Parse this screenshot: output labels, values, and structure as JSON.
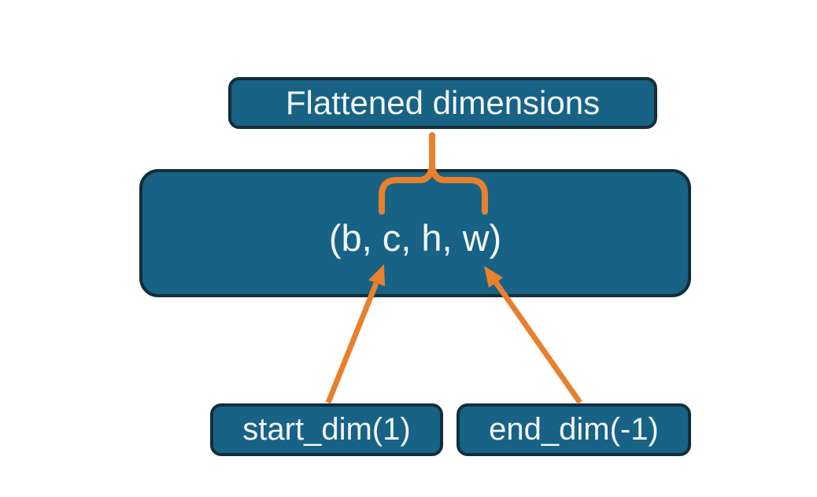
{
  "diagram": {
    "background": "#ffffff",
    "colors": {
      "node_fill": "#176285",
      "node_border": "#132e3a",
      "connector": "#e8802e",
      "label_text": "#f2f6f7"
    },
    "nodes": {
      "flattened_dimensions": {
        "label": "Flattened dimensions"
      },
      "tensor_shape": {
        "label": "(b, c, h, w)"
      },
      "start_dim": {
        "label": "start_dim(1)"
      },
      "end_dim": {
        "label": "end_dim(-1)"
      }
    }
  }
}
